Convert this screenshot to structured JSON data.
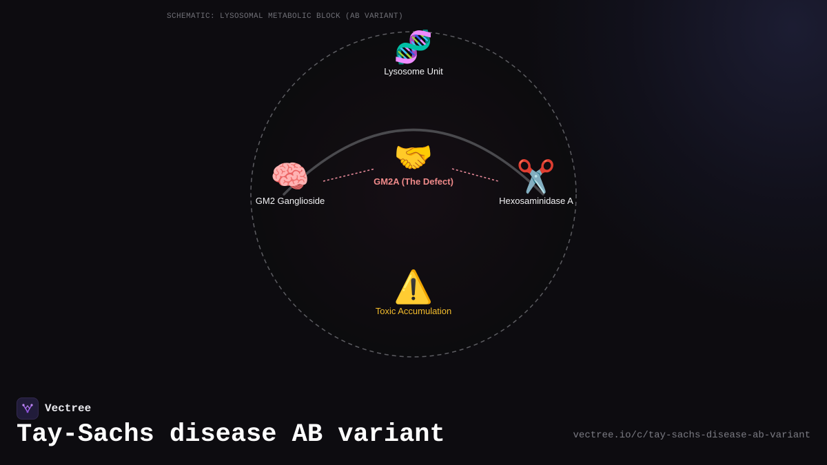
{
  "schematic_caption": "SCHEMATIC: LYSOSOMAL METABOLIC BLOCK (AB VARIANT)",
  "nodes": {
    "lysosome": {
      "icon": "dna-icon",
      "glyph": "🧬",
      "label": "Lysosome Unit"
    },
    "ganglioside": {
      "icon": "brain-icon",
      "glyph": "🧠",
      "label": "GM2 Ganglioside"
    },
    "gm2a": {
      "icon": "handshake-icon",
      "glyph": "🤝",
      "label": "GM2A (The Defect)"
    },
    "hexosaminidase": {
      "icon": "scissors-icon",
      "glyph": "✂️",
      "label": "Hexosaminidase A"
    },
    "toxic": {
      "icon": "warning-icon",
      "glyph": "⚠️",
      "label": "Toxic Accumulation"
    }
  },
  "colors": {
    "defect_label": "#f08a8a",
    "defect_links": "#e88a9a",
    "toxic_label": "#f3bd2c",
    "boundary": "#5d5d62",
    "arc": "#4a4a4e"
  },
  "footer": {
    "brand_name": "Vectree",
    "title": "Tay-Sachs disease AB variant",
    "url": "vectree.io/c/tay-sachs-disease-ab-variant"
  }
}
